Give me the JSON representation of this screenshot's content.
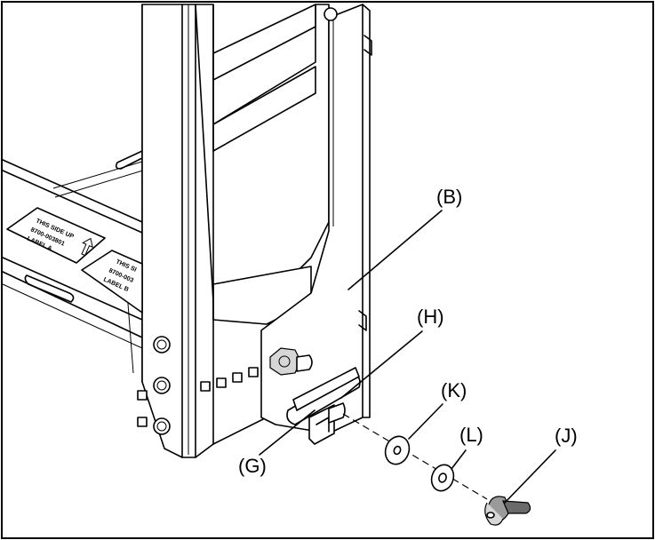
{
  "callouts": {
    "B": "(B)",
    "H": "(H)",
    "K": "(K)",
    "L": "(L)",
    "J": "(J)",
    "G": "(G)"
  },
  "labels": {
    "a_line1": "THIS SIDE UP",
    "a_line2": "8700-003801",
    "a_line3": "LABEL A",
    "b_line1": "THIS SI",
    "b_line2": "8700-003",
    "b_line3": "LABEL B"
  },
  "icons": {
    "up_arrow": "up-arrow-icon"
  }
}
